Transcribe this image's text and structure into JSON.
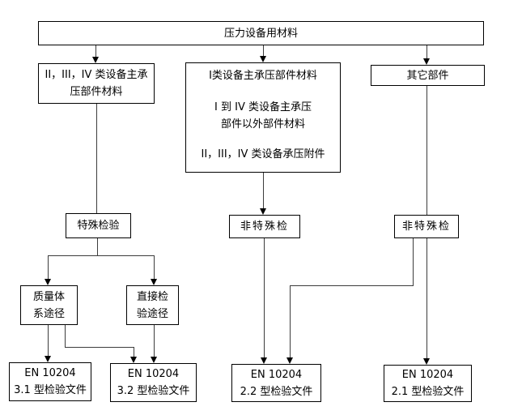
{
  "diagram": {
    "nodes": {
      "root": {
        "label": "压力设备用材料"
      },
      "left": {
        "lines": [
          "II，III，IV 类设备主承",
          "压部件材料"
        ]
      },
      "middle": {
        "lines": [
          "I类设备主承压部件材料",
          "I 到 IV 类设备主承压",
          "部件以外部件材料",
          "II，III，IV 类设备承压附件"
        ]
      },
      "other": {
        "label": "其它部件"
      },
      "special": {
        "label": "特殊检验"
      },
      "nonspecial_mid": {
        "label": "非特殊检"
      },
      "nonspecial_right": {
        "label": "非特殊检"
      },
      "quality": {
        "lines": [
          "质量体",
          "系途径"
        ]
      },
      "direct": {
        "lines": [
          "直接检",
          "验途径"
        ]
      },
      "en31": {
        "lines": [
          "EN 10204",
          "3.1 型检验文件"
        ]
      },
      "en32": {
        "lines": [
          "EN 10204",
          "3.2 型检验文件"
        ]
      },
      "en22": {
        "lines": [
          "EN 10204",
          "2.2 型检验文件"
        ]
      },
      "en21": {
        "lines": [
          "EN 10204",
          "2.1 型检验文件"
        ]
      }
    },
    "colors": {
      "background": "#ffffff",
      "box_border": "#000000",
      "connector": "#3c3c3c",
      "text": "#000000"
    }
  }
}
